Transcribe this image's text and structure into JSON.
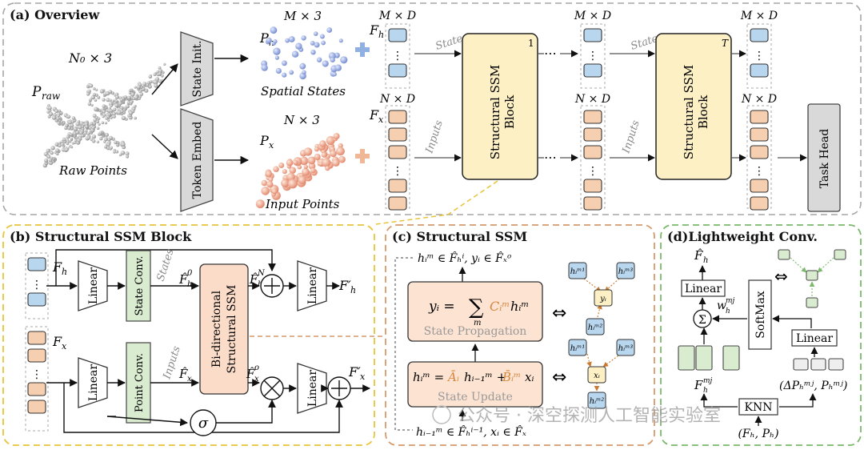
{
  "panels": {
    "overview": "(a) Overview",
    "ssm_block": "(b) Structural SSM Block",
    "structural_ssm": "(c) Structural SSM",
    "conv": "(d)Lightweight Conv."
  },
  "overview": {
    "raw_dims": "N₀ × 3",
    "raw_var": "P",
    "raw_sub": "raw",
    "raw_caption": "Raw Points",
    "state_init": "State Init.",
    "token_embed": "Token Embed",
    "spatial_dims": "M × 3",
    "ph_var": "P",
    "ph_sub": "h",
    "spatial_caption": "Spatial States",
    "input_dims": "N × 3",
    "px_var": "P",
    "px_sub": "x",
    "input_caption": "Input Points",
    "fh_var": "F",
    "fh_sub": "h",
    "fx_var": "F",
    "fx_sub": "x",
    "md": "M × D",
    "nd": "N × D",
    "states": "States",
    "inputs": "Inputs",
    "block_line1": "Structural SSM",
    "block_line2": "Block",
    "block1_idx": "1",
    "blockT_idx": "T",
    "dots": "⋯",
    "task_head": "Task Head"
  },
  "block": {
    "fh": "F",
    "fh_sub": "h",
    "fx": "F",
    "fx_sub": "x",
    "linear": "Linear",
    "state_conv": "State Conv.",
    "point_conv": "Point Conv.",
    "states": "States",
    "inputs": "Inputs",
    "bissm_line1": "Bi-directional",
    "bissm_line2": "Structural SSM",
    "fh0": "F̂",
    "fh0_sup": "0",
    "fh0_sub": "h",
    "fhN": "F̂",
    "fhN_sup": "N",
    "fhN_sub": "h",
    "fxhat": "F̂",
    "fxhat_sub": "x",
    "fxo": "F̂",
    "fxo_sup": "o",
    "fxo_sub": "x",
    "fh_out": "F′",
    "fh_out_sub": "h",
    "fx_out": "F′",
    "fx_out_sub": "x",
    "sigma": "σ"
  },
  "ssm": {
    "top_eq": "hᵢᵐ ∈ F̂ₕⁱ, yᵢ ∈ F̂ₓᵒ",
    "prop_eq_lhs": "yᵢ = ",
    "prop_sum": "∑",
    "prop_sum_sub": "m",
    "prop_c": "Cᵢᵐ",
    "prop_h": "hᵢᵐ",
    "prop_label": "State Propagation",
    "upd_lhs": "hᵢᵐ = ",
    "upd_a": "Āᵢ",
    "upd_h": "hᵢ₋₁ᵐ + ",
    "upd_b": "B̄ᵢᵐ",
    "upd_x": "xᵢ",
    "upd_label": "State Update",
    "bottom_eq": "hᵢ₋₁ᵐ ∈ F̂ₕⁱ⁻¹, xᵢ ∈ F̂ₓ",
    "h1": "hᵢᵐ¹",
    "h2": "hᵢᵐ²",
    "h3": "hᵢᵐ³",
    "yi": "yᵢ",
    "xi": "xᵢ",
    "iff": "⇔"
  },
  "conv": {
    "fh_hat": "F̂",
    "fh_hat_sub": "h",
    "linear": "Linear",
    "softmax": "SoftMax",
    "sigma": "Σ",
    "w": "w",
    "w_sup": "mj",
    "w_sub": "h",
    "fmj": "F",
    "fmj_sup": "mj",
    "fmj_sub": "h",
    "dp": "(ΔPₕᵐʲ, Pₕᵐʲ)",
    "knn": "KNN",
    "input": "(Fₕ, Pₕ)",
    "iff": "⇔"
  },
  "watermark": "公众号 · 深空探测人工智能实验室",
  "colors": {
    "blue_cell": "#b9d6ef",
    "orange_cell": "#f6cfb0",
    "green": "#d9ecd0",
    "block_fill": "#fdf0c4",
    "bissm_fill": "#fbdcc8",
    "ssm_fill": "#fde3d2",
    "gray": "#8e8e8e",
    "yellow_border": "#e7c43a",
    "orange_border": "#d59a6c",
    "green_border": "#7ab96b"
  }
}
